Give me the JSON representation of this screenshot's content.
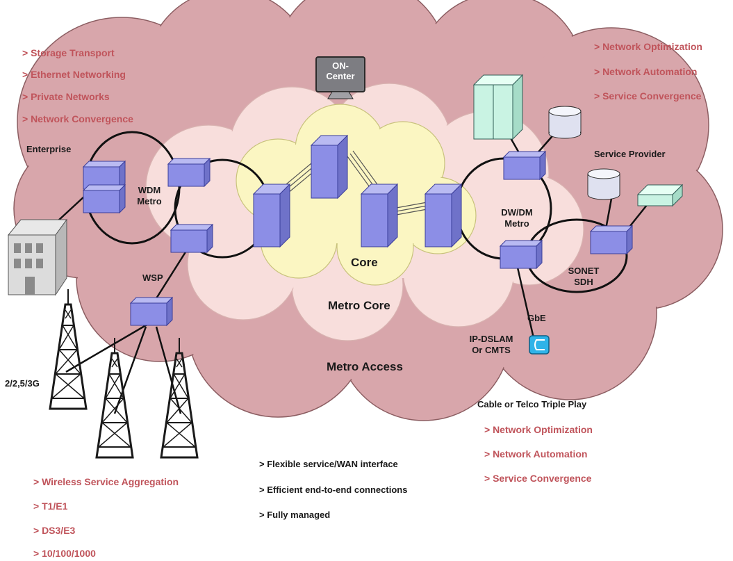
{
  "enterprise": {
    "title": "Enterprise",
    "bullets": [
      "> Storage Transport",
      "> Ethernet Networking",
      "> Private Networks",
      "> Network Convergence"
    ]
  },
  "provider_bullets": [
    "> Network Optimization",
    "> Network Automation",
    "> Service Convergence"
  ],
  "triple_play": {
    "title": "Cable or Telco Triple Play",
    "bullets": [
      "> Network Optimization",
      "> Network Automation",
      "> Service Convergence"
    ]
  },
  "wireless": {
    "bullets": [
      "> Wireless Service Aggregation",
      "> T1/E1",
      "> DS3/E3",
      "> 10/100/1000"
    ]
  },
  "center_bullets": [
    "> Flexible service/WAN interface",
    "> Efficient end-to-end connections",
    "> Fully managed"
  ],
  "labels": {
    "oncenter_line1": "ON-",
    "oncenter_line2": "Center",
    "wdm_line1": "WDM",
    "wdm_line2": "Metro",
    "dwdm_line1": "DW/DM",
    "dwdm_line2": "Metro",
    "sonet_line1": "SONET",
    "sonet_line2": "SDH",
    "service_provider": "Service Provider",
    "core": "Core",
    "metro_core": "Metro Core",
    "metro_access": "Metro Access",
    "wsp": "WSP",
    "gbe": "GbE",
    "ipdslam_line1": "IP-DSLAM",
    "ipdslam_line2": "Or CMTS",
    "generations": "2/2,5/3G"
  },
  "colors": {
    "outer_cloud": "#d8a6ab",
    "mid_cloud": "#f8dedc",
    "core_cloud": "#fbf6c2",
    "device": "#8c8ee6",
    "accent_text": "#c0545b"
  }
}
